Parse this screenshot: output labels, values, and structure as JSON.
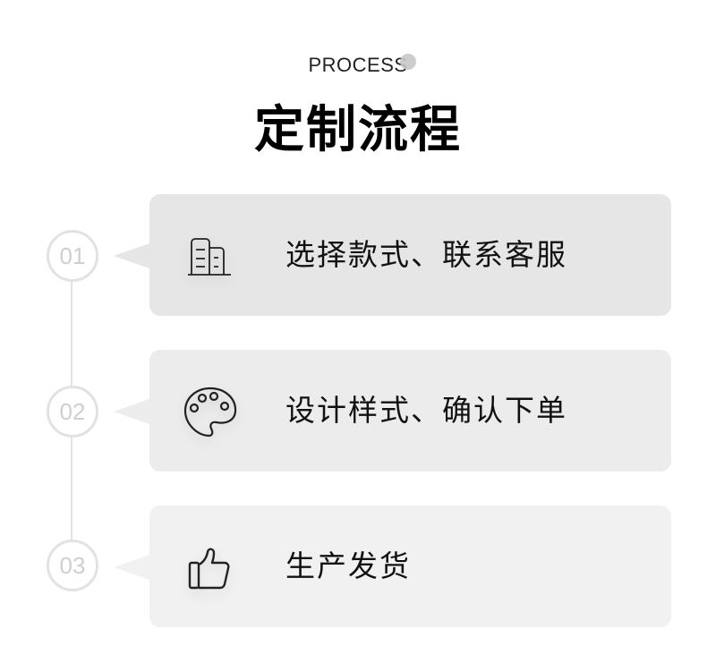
{
  "header": {
    "subtitle": "PROCESS",
    "title": "定制流程"
  },
  "steps": [
    {
      "number": "01",
      "label": "选择款式、联系客服",
      "icon": "building-icon",
      "bg": "#e6e6e6"
    },
    {
      "number": "02",
      "label": "设计样式、确认下单",
      "icon": "palette-icon",
      "bg": "#ececec"
    },
    {
      "number": "03",
      "label": "生产发货",
      "icon": "thumbs-up-icon",
      "bg": "#f1f1f1"
    }
  ]
}
